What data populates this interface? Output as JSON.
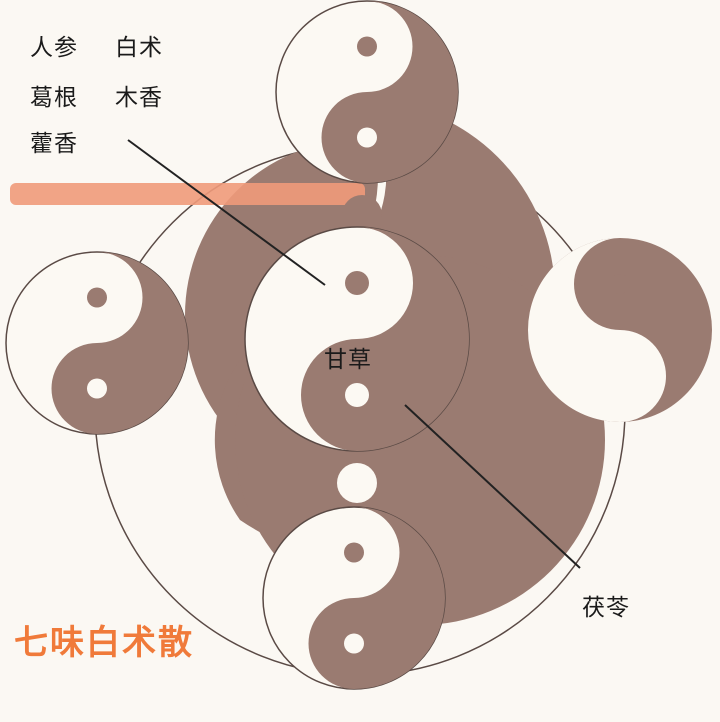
{
  "colors": {
    "background": "#fbf8f3",
    "dark": "#9a7b71",
    "light": "#fcf9f3",
    "stroke": "#5a4a45",
    "bar": "#ef9a7a",
    "title": "#f07a3a",
    "text": "#1a1a1a"
  },
  "labels": {
    "herb_ginseng": "人参",
    "herb_atractylodes": "白术",
    "herb_pueraria": "葛根",
    "herb_costus": "木香",
    "herb_agastache": "藿香",
    "herb_licorice": "甘草",
    "herb_poria": "茯苓"
  },
  "title": "七味白术散",
  "icons": [
    "taiji-symbol-top",
    "taiji-symbol-left",
    "taiji-symbol-center",
    "taiji-symbol-right",
    "taiji-symbol-bottom"
  ]
}
